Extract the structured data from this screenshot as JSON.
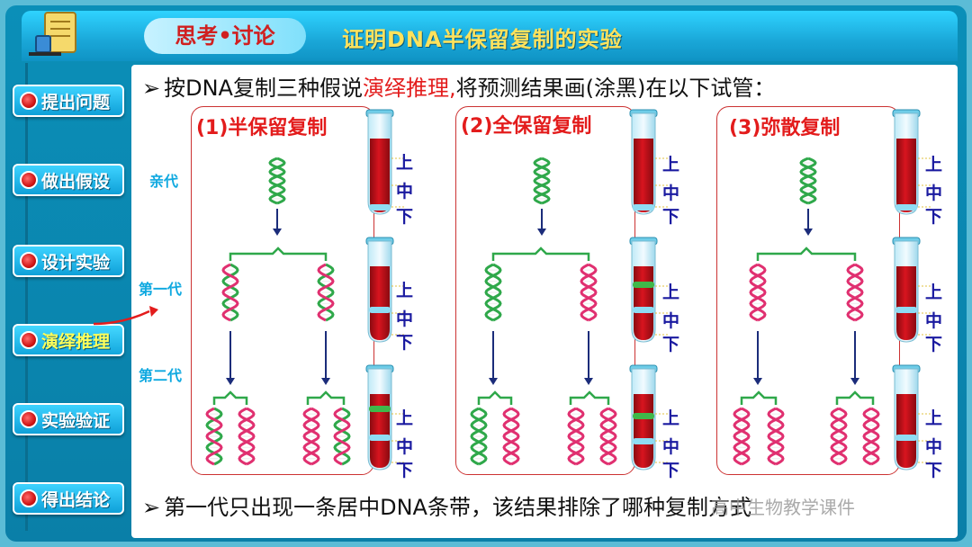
{
  "header": {
    "section_label": "思考•讨论",
    "title": "证明DNA半保留复制的实验"
  },
  "sidebar": {
    "items": [
      {
        "label": "提出问题",
        "active": false
      },
      {
        "label": "做出假设",
        "active": false
      },
      {
        "label": "设计实验",
        "active": false
      },
      {
        "label": "演绎推理",
        "active": true
      },
      {
        "label": "实验验证",
        "active": false
      },
      {
        "label": "得出结论",
        "active": false
      }
    ]
  },
  "main": {
    "bullet": "➢",
    "intro_prefix": "按DNA复制三种假说",
    "intro_highlight": "演绎推理,",
    "intro_suffix": "将预测结果画(涂黑)在以下试管：",
    "conclusion": "第一代只出现一条居中DNA条带，该结果排除了哪种复制方式",
    "generation_labels": [
      "亲代",
      "第一代",
      "第二代"
    ],
    "panels": [
      {
        "title": "(1)半保留复制"
      },
      {
        "title": "(2)全保留复制"
      },
      {
        "title": "(3)弥散复制"
      }
    ],
    "tube_labels": {
      "top": "上",
      "middle": "中",
      "bottom": "下"
    }
  },
  "watermark": "高中生物教学课件",
  "colors": {
    "accent": "#10a9e0",
    "red_text": "#e31c1c",
    "tube_red": "#c8101c",
    "band_light": "#8fdcf3",
    "band_green": "#3fb84a",
    "strand_green": "#2fa84a",
    "strand_pink": "#e03070"
  }
}
